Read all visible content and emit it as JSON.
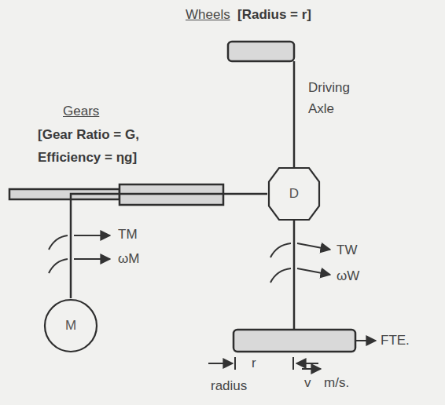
{
  "diagram": {
    "nodes": [
      {
        "text": [
          "M"
        ]
      },
      {
        "text": [
          "D"
        ]
      }
    ],
    "edges": [
      {
        "from": 0,
        "to": 1,
        "arrow": "none"
      }
    ],
    "labels": [
      "Wheels",
      "[Radius = r]",
      "Driving Axle",
      "Gears",
      "[Gear Ratio = G, Efficiency = ηg]",
      "TM",
      "ωM",
      "TW",
      "ωW",
      "FTE.",
      "r",
      "radius",
      "v",
      "m/s."
    ]
  }
}
